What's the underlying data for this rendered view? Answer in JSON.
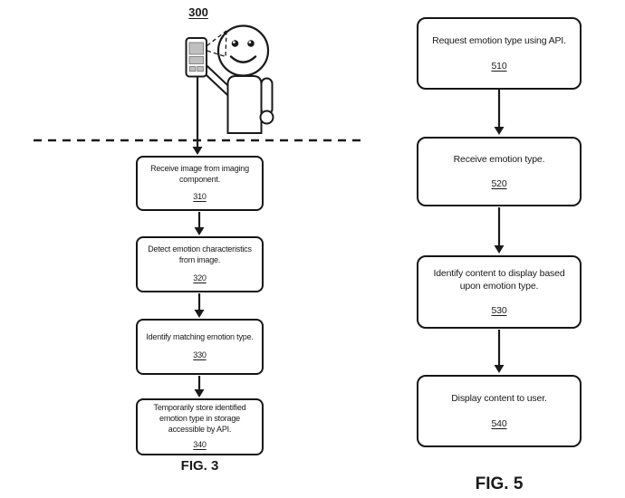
{
  "figure3": {
    "ref_label": "300",
    "caption": "FIG. 3",
    "steps": [
      {
        "text": "Receive image from imaging component.",
        "ref": "310"
      },
      {
        "text": "Detect emotion characteristics from image.",
        "ref": "320"
      },
      {
        "text": "Identify matching emotion type.",
        "ref": "330"
      },
      {
        "text": "Temporarily store identified emotion type in storage accessible by API.",
        "ref": "340"
      }
    ]
  },
  "figure5": {
    "caption": "FIG. 5",
    "steps": [
      {
        "text": "Request emotion type using API.",
        "ref": "510"
      },
      {
        "text": "Receive emotion type.",
        "ref": "520"
      },
      {
        "text": "Identify content to display based upon emotion type.",
        "ref": "530"
      },
      {
        "text": "Display content to user.",
        "ref": "540"
      }
    ]
  },
  "colors": {
    "ink": "#1a1a1a",
    "background": "#ffffff",
    "phone_screen_fill": "#c0c0c0"
  }
}
